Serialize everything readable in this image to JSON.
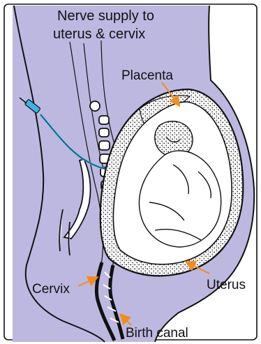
{
  "colors": {
    "body_fill": "#bdb8e0",
    "outline": "#111111",
    "uterus_wall": "#ffffff",
    "placenta_stipple": "#1a1a1a",
    "arrow": "#f28c1c",
    "frame": "#111111"
  },
  "labels": {
    "nerve_line1": "Nerve supply to",
    "nerve_line2": "uterus & cervix",
    "placenta": "Placenta",
    "cervix": "Cervix",
    "uterus": "Uterus",
    "birth_canal": "Birth canal"
  },
  "icons": {
    "syringe": "syringe-icon"
  }
}
